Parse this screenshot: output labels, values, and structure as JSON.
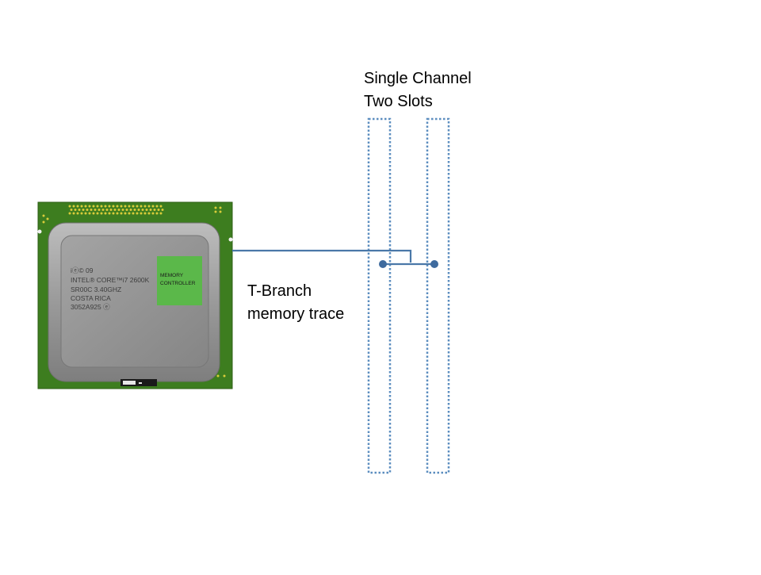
{
  "slots_caption": {
    "line1": "Single Channel",
    "line2": "Two Slots"
  },
  "trace_caption": {
    "line1": "T-Branch",
    "line2": "memory trace"
  },
  "cpu": {
    "markings": [
      "iⓔ© 09",
      "INTEL® CORE™i7 2600K",
      "SR00C 3.40GHZ",
      "COSTA RICA",
      "3052A925 ⓔ"
    ],
    "controller_line1": "MEMORY",
    "controller_line2": "CONTROLLER"
  },
  "colors": {
    "trace": "#4a78a8",
    "slot_outline": "#5b8dbf",
    "pcb": "#3d7d1f",
    "controller": "#5bb84a",
    "ihs": "#8f8f8f",
    "pins": "#d9cc3a"
  }
}
